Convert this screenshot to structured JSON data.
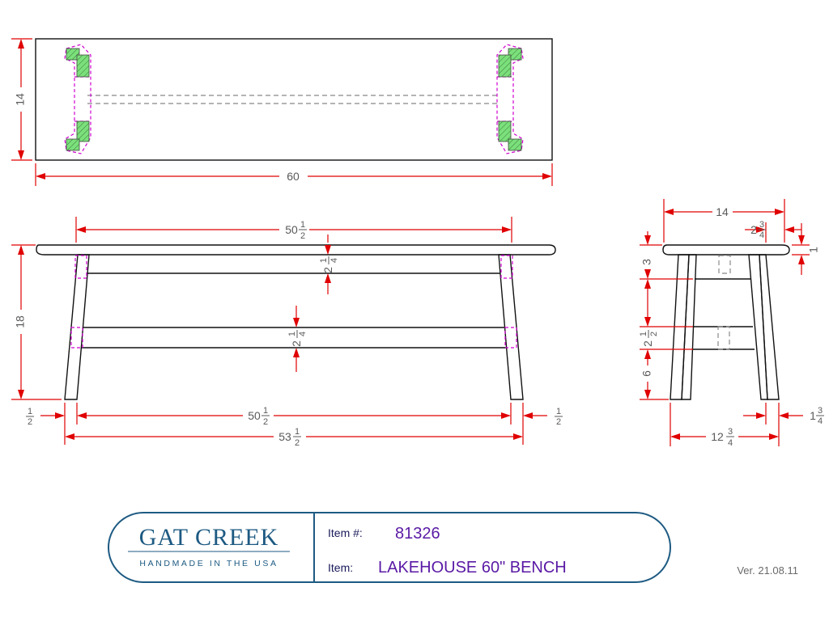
{
  "dimensions": {
    "top_depth": "14",
    "top_length": "60",
    "front_stretcher_span": {
      "whole": "50",
      "num": "1",
      "den": "2"
    },
    "front_apron_height": {
      "whole": "2",
      "num": "1",
      "den": "4"
    },
    "front_stretcher_height": {
      "whole": "2",
      "num": "1",
      "den": "4"
    },
    "height": "18",
    "leg_offset_left": {
      "whole": "",
      "num": "1",
      "den": "2"
    },
    "leg_offset_right": {
      "whole": "",
      "num": "1",
      "den": "2"
    },
    "bottom_span": {
      "whole": "50",
      "num": "1",
      "den": "2"
    },
    "overall_leg_span": {
      "whole": "53",
      "num": "1",
      "den": "2"
    },
    "side_depth": "14",
    "side_overhang": {
      "whole": "2",
      "num": "3",
      "den": "4"
    },
    "top_thickness": "1",
    "side_apron": "3",
    "side_stretcher": {
      "whole": "2",
      "num": "1",
      "den": "2"
    },
    "side_floor_gap": "6",
    "side_leg_span": {
      "whole": "12",
      "num": "3",
      "den": "4"
    },
    "side_leg_offset": {
      "whole": "1",
      "num": "3",
      "den": "4"
    }
  },
  "title_block": {
    "brand": "GAT CREEK",
    "tagline": "HANDMADE IN THE USA",
    "item_number_label": "Item #:",
    "item_number": "81326",
    "item_label": "Item:",
    "item_name": "LAKEHOUSE 60\" BENCH"
  },
  "version": "Ver. 21.08.11"
}
